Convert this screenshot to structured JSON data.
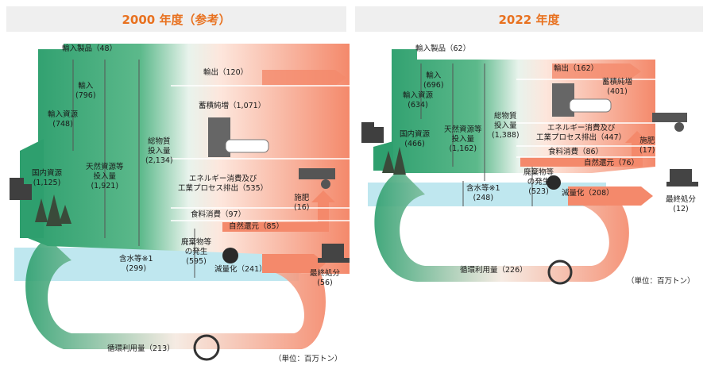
{
  "colors": {
    "accent": "#e8711f",
    "green": "#2e9f6e",
    "salmon": "#f4896b",
    "water": "#bfe7ef"
  },
  "panel_2000": {
    "title": "2000 年度（参考）",
    "import_products": "輸入製品（48）",
    "import": "輸入\n(796)",
    "import_resources": "輸入資源\n(748)",
    "domestic_resources": "国内資源\n(1,125)",
    "natural_input": "天然資源等\n投入量\n(1,921)",
    "total_input": "総物質\n投入量\n(2,134)",
    "export": "輸出（120）",
    "net_accumulation": "蓄積純増（1,071）",
    "energy": "エネルギー消費及び\n工業プロセス排出（535）",
    "food": "食料消費（97）",
    "natural_return": "自然還元（85）",
    "fertilizer": "施肥\n(16)",
    "water": "含水等※1\n(299)",
    "waste": "廃棄物等\nの発生\n(595)",
    "reduction": "減量化（241）",
    "landfill": "最終処分\n(56)",
    "recycling": "循環利用量（213）",
    "unit": "（単位：百万トン）"
  },
  "panel_2022": {
    "title": "2022 年度",
    "import_products": "輸入製品（62）",
    "import": "輸入\n(696)",
    "import_resources": "輸入資源\n(634)",
    "domestic_resources": "国内資源\n(466)",
    "natural_input": "天然資源等\n投入量\n(1,162)",
    "total_input": "総物質\n投入量\n(1,388)",
    "export": "輸出（162）",
    "net_accumulation": "蓄積純増\n(401)",
    "energy": "エネルギー消費及び\n工業プロセス排出（447）",
    "food": "食料消費（86）",
    "natural_return": "自然還元（76）",
    "fertilizer": "施肥\n(17)",
    "water": "含水等※1\n(248)",
    "waste": "廃棄物等\nの発生\n(523)",
    "reduction": "減量化（208）",
    "landfill": "最終処分\n(12)",
    "recycling": "循環利用量（226）",
    "unit": "（単位：百万トン）"
  }
}
